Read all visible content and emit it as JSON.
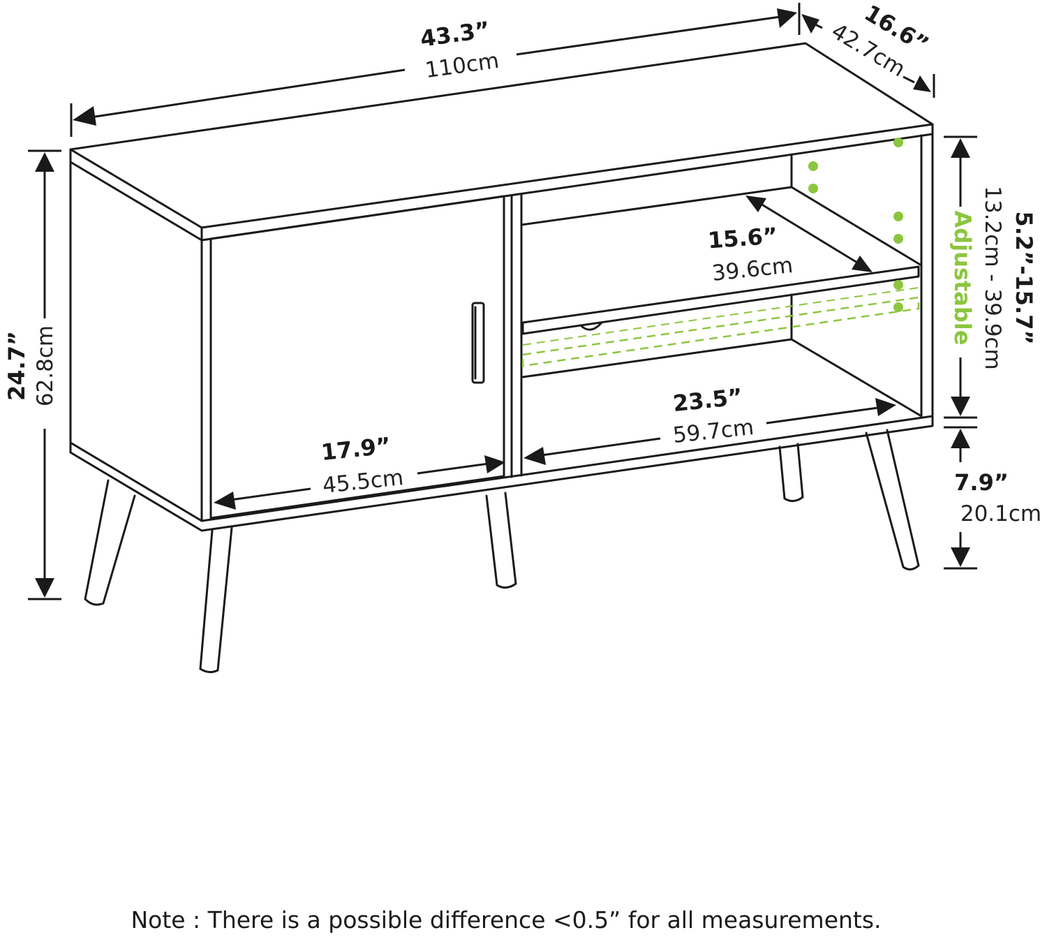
{
  "dimensions": {
    "width": {
      "imperial": "43.3”",
      "metric": "110cm"
    },
    "depth": {
      "imperial": "16.6”",
      "metric": "42.7cm"
    },
    "height": {
      "imperial": "24.7”",
      "metric": "62.8cm"
    },
    "shelf_depth": {
      "imperial": "15.6”",
      "metric": "39.6cm"
    },
    "door_width": {
      "imperial": "17.9”",
      "metric": "45.5cm"
    },
    "open_width": {
      "imperial": "23.5”",
      "metric": "59.7cm"
    },
    "shelf_height": {
      "imperial": "5.2”-15.7”",
      "metric": "13.2cm - 39.9cm"
    },
    "leg_height": {
      "imperial": "7.9”",
      "metric": "20.1cm"
    }
  },
  "adjustable_label": "Adjustable",
  "note": "Note : There is a possible difference <0.5” for all measurements.",
  "colors": {
    "line": "#1a1a1a",
    "accent": "#8cc63f",
    "background": "#ffffff"
  }
}
